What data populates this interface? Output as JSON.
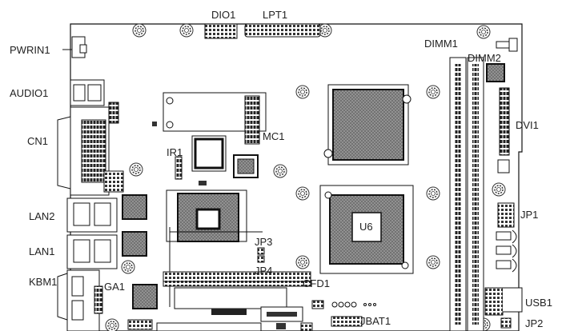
{
  "labels": {
    "dio1": "DIO1",
    "lpt1": "LPT1",
    "pwrin1": "PWRIN1",
    "audio1": "AUDIO1",
    "cn1": "CN1",
    "lan2": "LAN2",
    "lan1": "LAN1",
    "kbm1": "KBM1",
    "ga1": "GA1",
    "ir1": "IR1",
    "mc1": "MC1",
    "jp3": "JP3",
    "jp4": "JP4",
    "cfd1": "CFD1",
    "jbat1": "JBAT1",
    "u6": "U6",
    "dimm1": "DIMM1",
    "dimm2": "DIMM2",
    "dvi1": "DVI1",
    "jp1": "JP1",
    "usb1": "USB1",
    "jp2": "JP2"
  },
  "colors": {
    "outline": "#111111",
    "chip_fill": "#8a8a8a",
    "chip_dark": "#555555",
    "pin_fill": "#444444",
    "screw": "#333333",
    "background": "#ffffff"
  }
}
